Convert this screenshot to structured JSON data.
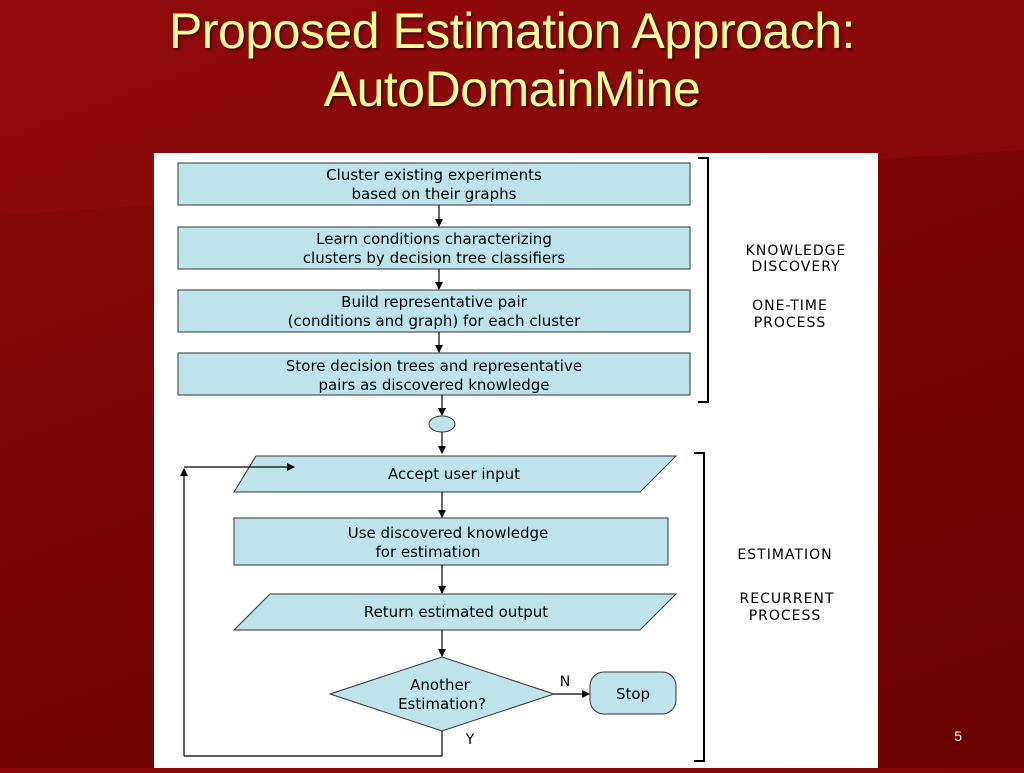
{
  "title": {
    "line1": "Proposed Estimation Approach:",
    "line2": "AutoDomainMine"
  },
  "page_number": "5",
  "flowchart": {
    "discovery_steps": [
      {
        "line1": "Cluster existing experiments",
        "line2": "based on their graphs"
      },
      {
        "line1": "Learn conditions characterizing",
        "line2": "clusters by decision tree classifiers"
      },
      {
        "line1": "Build representative pair",
        "line2": "(conditions and graph) for each cluster"
      },
      {
        "line1": "Store decision trees and representative",
        "line2": "pairs as discovered knowledge"
      }
    ],
    "accept_input": "Accept user input",
    "use_knowledge": {
      "line1": "Use discovered knowledge",
      "line2": "for estimation"
    },
    "return_output": "Return estimated output",
    "decision": {
      "line1": "Another",
      "line2": "Estimation?"
    },
    "no_label": "N",
    "yes_label": "Y",
    "stop_label": "Stop",
    "discovery_label": {
      "line1": "KNOWLEDGE",
      "line2": "DISCOVERY"
    },
    "discovery_sub": {
      "line1": "ONE-TIME",
      "line2": "PROCESS"
    },
    "estimation_label": "ESTIMATION",
    "estimation_sub": {
      "line1": "RECURRENT",
      "line2": "PROCESS"
    }
  },
  "colors": {
    "box_fill": "#bfe3ea",
    "slide_red": "#7a0505",
    "title_yellow": "#ffff99"
  }
}
